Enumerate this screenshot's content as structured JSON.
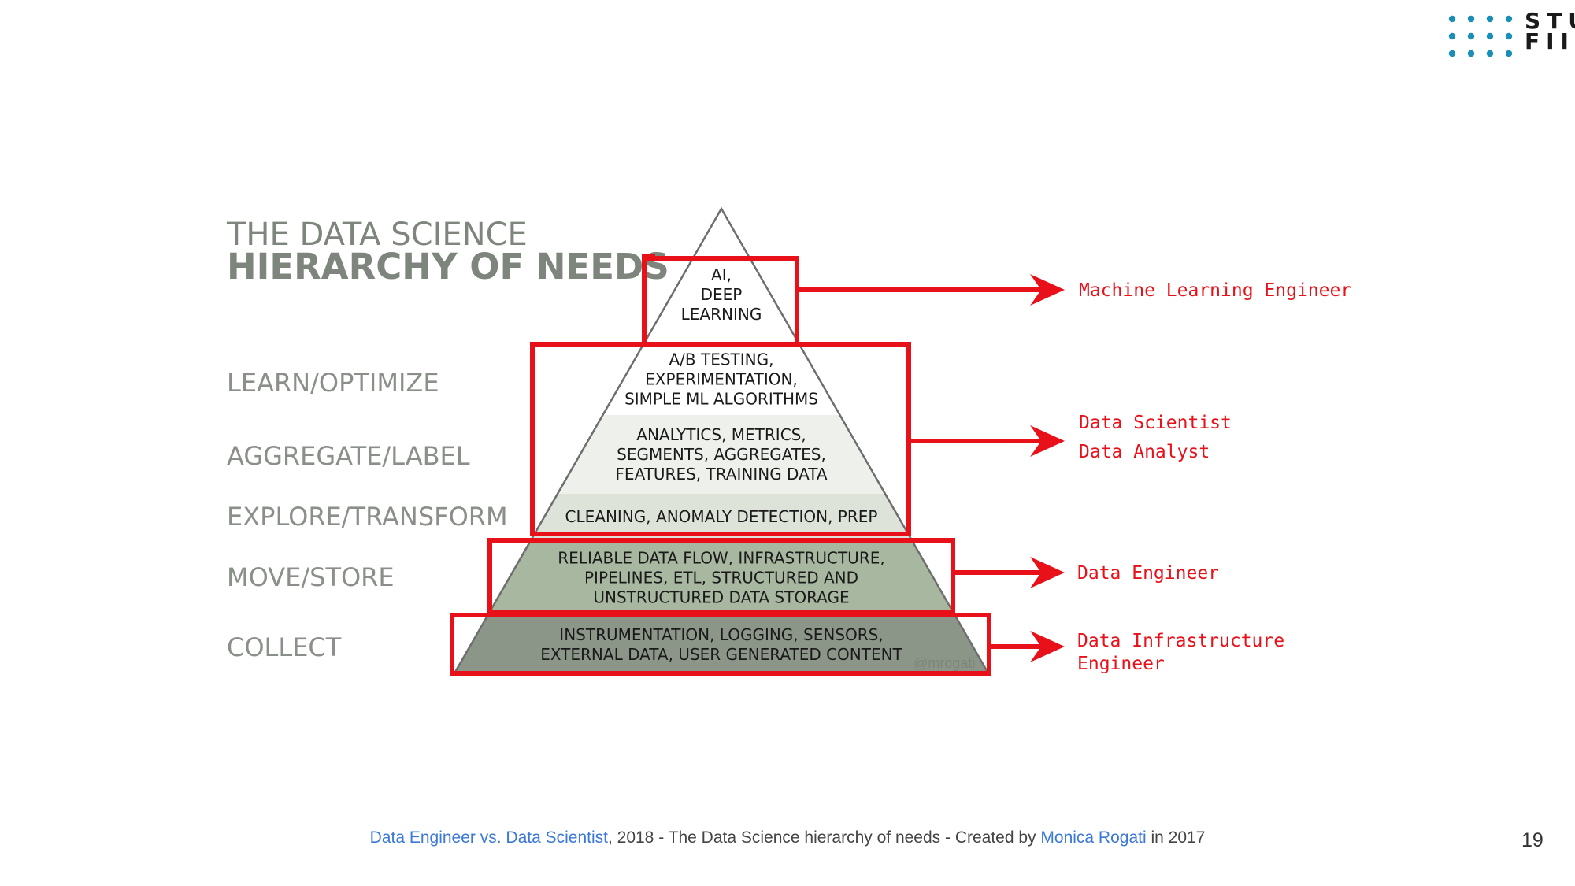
{
  "logo": {
    "line1": "STU",
    "line2": "FIIT",
    "dot_color": "#1a8fb5"
  },
  "title": {
    "line1": "THE DATA SCIENCE",
    "line2": "HIERARCHY OF NEEDS"
  },
  "levels": [
    {
      "label": "LEARN/OPTIMIZE"
    },
    {
      "label": "AGGREGATE/LABEL"
    },
    {
      "label": "EXPLORE/TRANSFORM"
    },
    {
      "label": "MOVE/STORE"
    },
    {
      "label": "COLLECT"
    }
  ],
  "pyramid": {
    "tiers": [
      {
        "lines": [
          "AI,",
          "DEEP",
          "LEARNING"
        ],
        "fill": "#ffffff"
      },
      {
        "lines": [
          "A/B TESTING,",
          "EXPERIMENTATION,",
          "SIMPLE ML ALGORITHMS"
        ],
        "fill": "#ffffff"
      },
      {
        "lines": [
          "ANALYTICS, METRICS,",
          "SEGMENTS, AGGREGATES,",
          "FEATURES, TRAINING DATA"
        ],
        "fill": "#eef0ec"
      },
      {
        "lines": [
          "CLEANING, ANOMALY DETECTION, PREP"
        ],
        "fill": "#dde3d9"
      },
      {
        "lines": [
          "RELIABLE DATA FLOW, INFRASTRUCTURE,",
          "PIPELINES, ETL, STRUCTURED AND",
          "UNSTRUCTURED DATA STORAGE"
        ],
        "fill": "#a8b8a0"
      },
      {
        "lines": [
          "INSTRUMENTATION, LOGGING, SENSORS,",
          "EXTERNAL DATA, USER GENERATED CONTENT"
        ],
        "fill": "#8c9688"
      }
    ],
    "watermark": "@mrogati"
  },
  "roles": [
    {
      "lines": [
        "Machine Learning Engineer"
      ]
    },
    {
      "lines": [
        "Data Scientist",
        "Data Analyst"
      ]
    },
    {
      "lines": [
        "Data Engineer"
      ]
    },
    {
      "lines": [
        "Data Infrastructure",
        "Engineer"
      ]
    }
  ],
  "colors": {
    "accent_red": "#e8111a",
    "label_gray": "#8a9089",
    "title_gray": "#7d857c",
    "link_blue": "#3b78d8"
  },
  "footer": {
    "link1": "Data Engineer vs. Data Scientist",
    "text1": ", 2018 - The Data Science hierarchy of needs - Created by ",
    "link2": "Monica Rogati",
    "text2": " in 2017"
  },
  "page_number": "19"
}
